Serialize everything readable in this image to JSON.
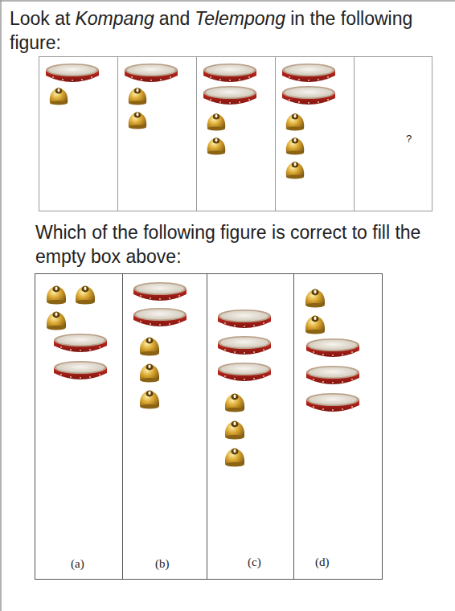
{
  "diagram": {
    "nodes": [
      {
        "text": [
          "?"
        ]
      },
      {
        "text": [
          "(a)"
        ]
      },
      {
        "text": [
          "(b)"
        ]
      },
      {
        "text": [
          "(c)"
        ]
      },
      {
        "text": [
          "(d)"
        ]
      }
    ],
    "labels": [
      "Look at",
      "Kompang",
      "and",
      "Telempong",
      "in the following figure:",
      "Which of the following figure is correct to fill the empty box above:"
    ]
  }
}
